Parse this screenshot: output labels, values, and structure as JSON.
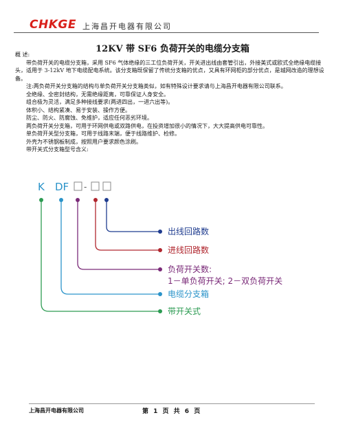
{
  "header": {
    "logo": "CHKGE",
    "company": "上海昌开电器有限公司"
  },
  "title": "12KV 带 SF6 负荷开关的电缆分支箱",
  "overview_label": "概 述:",
  "paragraphs": [
    "带负荷开关的电缆分支箱，采用 SF6 气体绝缘的三工位负荷开关，开关进出线由套管引出，外接美式或欧式全绝缘电缆接头，适用于 3-12kV 地下电缆配电系统。该分支箱既保留了传统分支箱的优点，又具有环网柜的部分优点，是城网改造的理想设备。",
    "注:两负荷开关分支箱的结构与单负荷开关分支箱类似，如有特殊设计要求请与上海昌开电器有限公司联系。"
  ],
  "bullets": [
    "全绝缘、全密封结构，无需绝缘距离，可靠保证人身安全。",
    "组合极为灵活，满足多种接线要求(两进四出，一进六出等)。",
    "体积小、结构紧凑、易于安装、操作方便。",
    "防尘、防火、防腐蚀、免维护，适应任何恶劣环境。",
    "两负荷开关分支箱，可用于环网供电或双路供电，在投资增加很小的情况下，大大提高供电可靠性。",
    "单负荷开关型分支箱，可用于线路末端，便于线路维护、检修。",
    "外壳为不锈钢板制成，按照用户要求颜色涂刷。"
  ],
  "model_intro": "带开关式分支箱型号含义:",
  "model_code": {
    "k": "K",
    "df": "DF",
    "dash": "-"
  },
  "model_labels": [
    {
      "text": "出线回路数",
      "color": "#1f3c8f"
    },
    {
      "text": "进线回路数",
      "color": "#b0262e"
    },
    {
      "text": "负荷开关数:",
      "color": "#7a2a78"
    },
    {
      "text": "1－单负荷开关; 2－双负荷开关",
      "color": "#7a2a78"
    },
    {
      "text": "电缆分支箱",
      "color": "#2a93c9"
    },
    {
      "text": "带开关式",
      "color": "#2c9b52"
    }
  ],
  "footer": {
    "company": "上海昌开电器有限公司",
    "page": "第 1 页 共 6 页"
  }
}
